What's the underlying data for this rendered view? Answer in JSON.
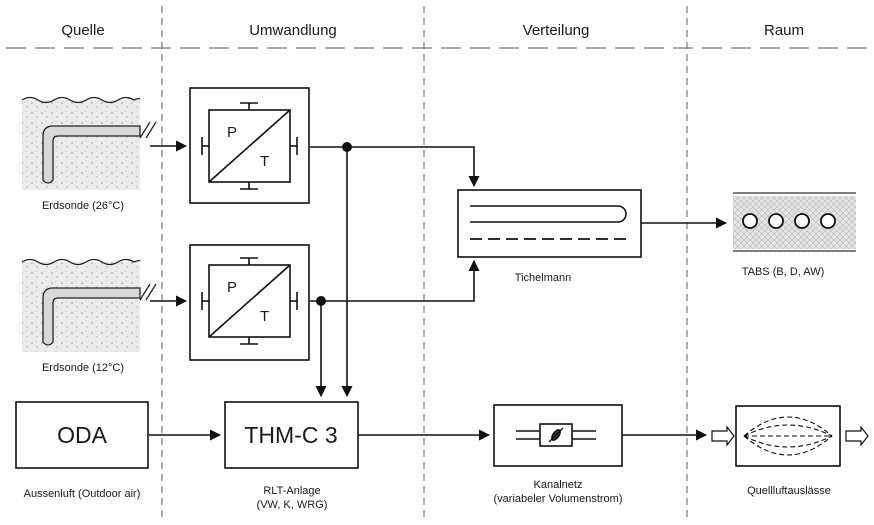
{
  "columns": [
    "Quelle",
    "Umwandlung",
    "Verteilung",
    "Raum"
  ],
  "sources": {
    "erdsonde_warm": "Erdsonde (26°C)",
    "erdsonde_cold": "Erdsonde (12°C)",
    "oda_box": "ODA",
    "oda_caption": "Aussenluft (Outdoor air)"
  },
  "conversion": {
    "hx_p": "P",
    "hx_t": "T",
    "ahu_box": "THM-C 3",
    "ahu_caption_1": "RLT-Anlage",
    "ahu_caption_2": "(VW, K, WRG)"
  },
  "distribution": {
    "tichelmann": "Tichelmann",
    "duct_caption_1": "Kanalnetz",
    "duct_caption_2": "(variabeler Volumenstrom)"
  },
  "room": {
    "tabs": "TABS (B, D, AW)",
    "outlets": "Quellluftauslässe"
  }
}
